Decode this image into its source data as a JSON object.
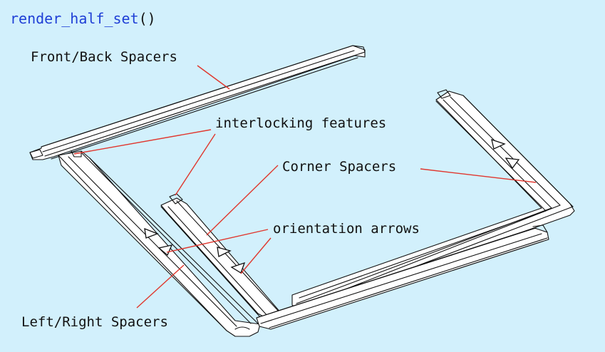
{
  "header": {
    "function_name": "render_half_set",
    "call_parens": "()"
  },
  "labels": {
    "front_back": "Front/Back Spacers",
    "interlocking": "interlocking features",
    "corner": "Corner Spacers",
    "orientation": "orientation arrows",
    "left_right": "Left/Right Spacers"
  },
  "colors": {
    "background": "#d2f0fc",
    "function_name": "#1f3fd6",
    "leader_lines": "#e0372e",
    "part_outline": "#111111"
  }
}
